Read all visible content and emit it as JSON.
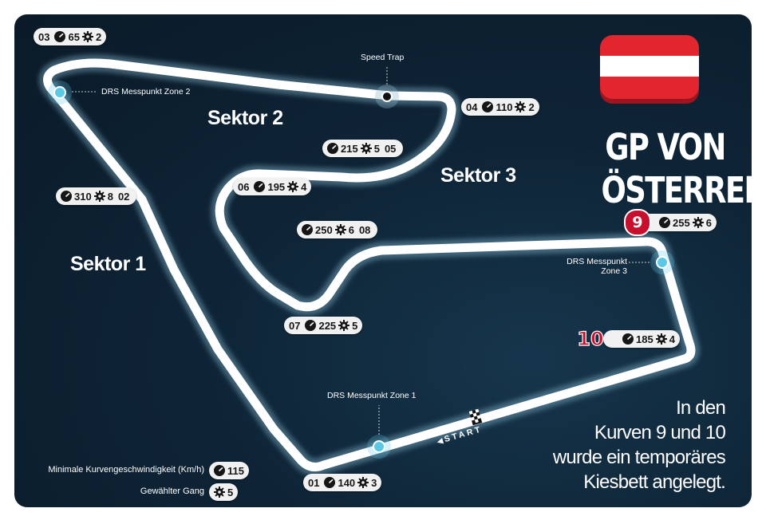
{
  "title_line1": "GP VON",
  "title_line2": "ÖSTERREICH",
  "note_lines": [
    "In den",
    "Kurven 9 und 10",
    "wurde ein temporäres",
    "Kiesbett angelegt."
  ],
  "sectors": {
    "s1": "Sektor 1",
    "s2": "Sektor 2",
    "s3": "Sektor 3"
  },
  "labels": {
    "speed_trap": "Speed Trap",
    "drs_zone2": "DRS Messpunkt Zone 2",
    "drs_zone3_line1": "DRS Messpunkt",
    "drs_zone3_line2": "Zone 3",
    "drs_zone1": "DRS Messpunkt Zone 1",
    "start": "START"
  },
  "turns": {
    "t03": {
      "num": "03",
      "speed": "65",
      "gear": "2"
    },
    "t04": {
      "num": "04",
      "speed": "110",
      "gear": "2"
    },
    "t05": {
      "num": "05",
      "speed": "215",
      "gear": "5"
    },
    "t06": {
      "num": "06",
      "speed": "195",
      "gear": "4"
    },
    "t02": {
      "num": "02",
      "speed": "310",
      "gear": "8"
    },
    "t08": {
      "num": "08",
      "speed": "250",
      "gear": "6"
    },
    "t07": {
      "num": "07",
      "speed": "225",
      "gear": "5"
    },
    "t09": {
      "num": "9",
      "speed": "255",
      "gear": "6"
    },
    "t10": {
      "num": "10",
      "speed": "185",
      "gear": "4"
    },
    "t01": {
      "num": "01",
      "speed": "140",
      "gear": "3"
    }
  },
  "legend": {
    "speed_label": "Minimale Kurvengeschwindigkeit (Km/h)",
    "speed_value": "115",
    "gear_label": "Gewählter Gang",
    "gear_value": "5"
  },
  "colors": {
    "background": "#0e2436",
    "track": "#ffffff",
    "drs_marker": "#5bc8e6",
    "turn_badge_red": "#c8102e",
    "flag_red": "#e3262d"
  },
  "icons": {
    "speed": "speedometer-icon",
    "gear": "gear-icon",
    "flag": "austria-flag-icon"
  }
}
